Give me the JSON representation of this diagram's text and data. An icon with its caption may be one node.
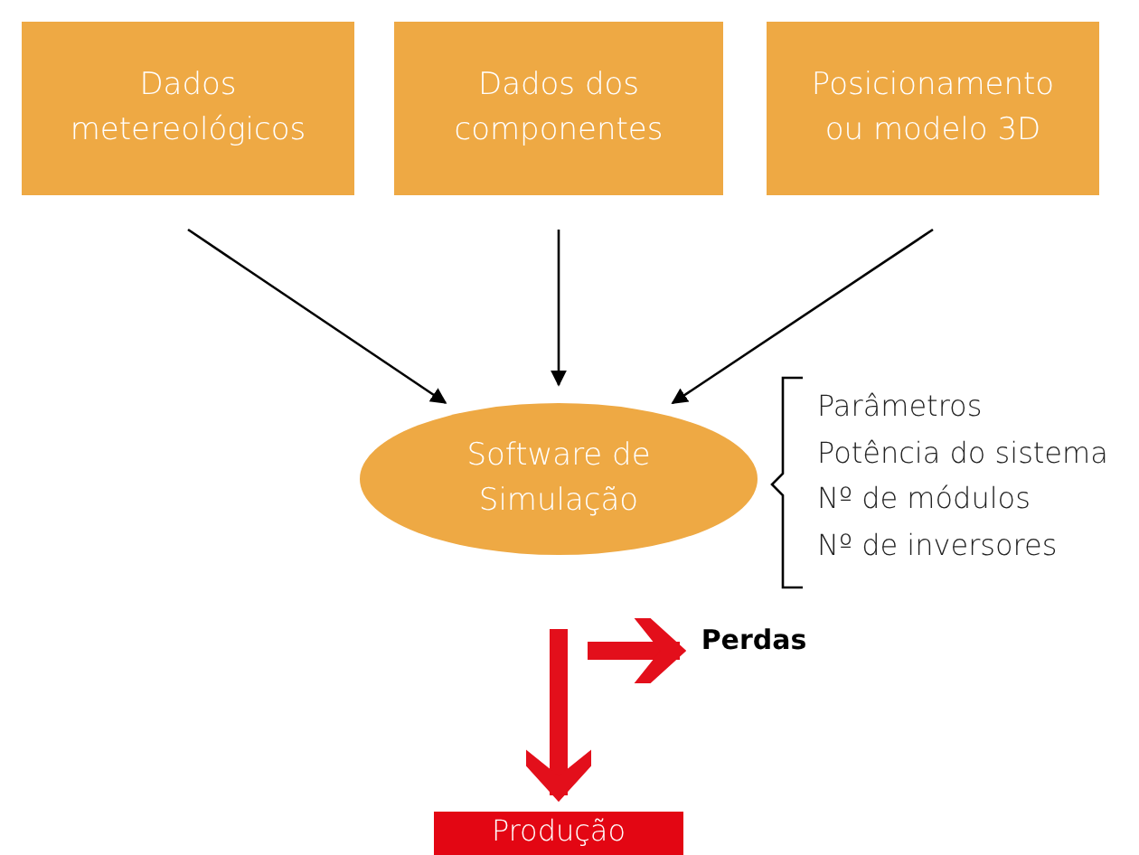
{
  "diagram": {
    "nodes": [
      {
        "text": [
          "Dados metereológicos"
        ]
      },
      {
        "text": [
          "Dados dos componentes"
        ]
      },
      {
        "text": [
          "Posicionamento ou modelo 3D"
        ]
      },
      {
        "text": [
          "Software de Simulação"
        ]
      },
      {
        "text": [
          "Perdas"
        ]
      },
      {
        "text": [
          "Produção"
        ]
      }
    ],
    "edges": [
      {
        "from": 0,
        "to": 3,
        "arrow": "to"
      },
      {
        "from": 1,
        "to": 3,
        "arrow": "to"
      },
      {
        "from": 2,
        "to": 3,
        "arrow": "to"
      },
      {
        "from": null,
        "to": 4,
        "arrow": "to",
        "style": "thick",
        "color": "#e30f1b"
      },
      {
        "from": null,
        "to": 5,
        "arrow": "to",
        "style": "thick",
        "color": "#e30f1b"
      }
    ],
    "labels": [
      "Parâmetros",
      "Potência do sistema",
      "Nº de módulos",
      "Nº de inversores"
    ]
  }
}
